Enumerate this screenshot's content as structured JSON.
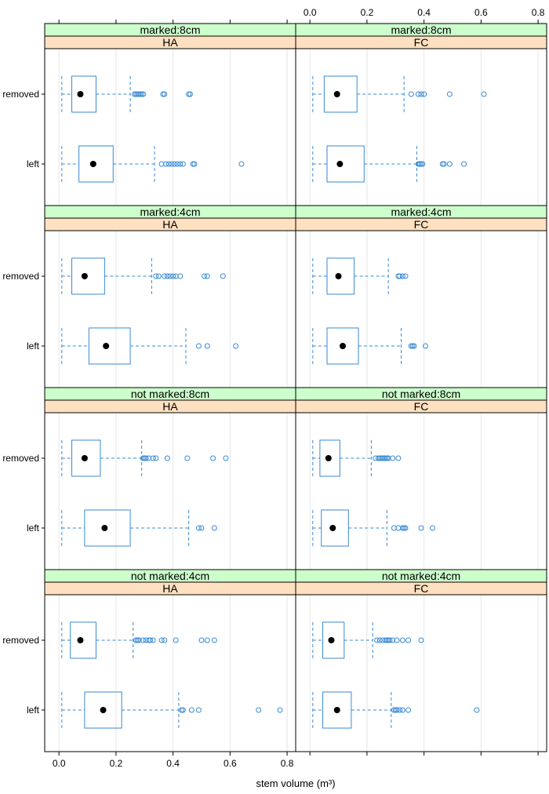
{
  "chart_data": {
    "type": "boxplot",
    "xlabel": "stem volume (m³)",
    "xlim": [
      -0.05,
      0.83
    ],
    "x_ticks": [
      0.0,
      0.2,
      0.4,
      0.6,
      0.8
    ],
    "x_tick_labels": [
      "0.0",
      "0.2",
      "0.4",
      "0.6",
      "0.8"
    ],
    "grid": "vertical",
    "colors": {
      "box": "#3a8ad4",
      "strip_top": "#ccffcc",
      "strip_bottom": "#ffe0c0",
      "grid": "#e6e6e6",
      "median_dot": "#000000"
    },
    "categories": [
      "removed",
      "left"
    ],
    "panels": [
      {
        "strip_top": "marked:8cm",
        "strip_bottom": "HA",
        "boxes": [
          {
            "category": "removed",
            "whisker_low": 0.01,
            "q1": 0.045,
            "median": 0.075,
            "q3": 0.13,
            "whisker_high": 0.25,
            "outliers": [
              0.265,
              0.27,
              0.275,
              0.28,
              0.285,
              0.29,
              0.295,
              0.365,
              0.37,
              0.455,
              0.46
            ]
          },
          {
            "category": "left",
            "whisker_low": 0.01,
            "q1": 0.07,
            "median": 0.12,
            "q3": 0.19,
            "whisker_high": 0.335,
            "outliers": [
              0.36,
              0.375,
              0.385,
              0.395,
              0.405,
              0.415,
              0.425,
              0.435,
              0.47,
              0.475,
              0.64
            ]
          }
        ]
      },
      {
        "strip_top": "marked:8cm",
        "strip_bottom": "FC",
        "boxes": [
          {
            "category": "removed",
            "whisker_low": 0.01,
            "q1": 0.05,
            "median": 0.095,
            "q3": 0.165,
            "whisker_high": 0.33,
            "outliers": [
              0.355,
              0.38,
              0.39,
              0.4,
              0.49,
              0.61
            ]
          },
          {
            "category": "left",
            "whisker_low": 0.01,
            "q1": 0.06,
            "median": 0.105,
            "q3": 0.19,
            "whisker_high": 0.375,
            "outliers": [
              0.38,
              0.385,
              0.39,
              0.395,
              0.465,
              0.47,
              0.49,
              0.54
            ]
          }
        ]
      },
      {
        "strip_top": "marked:4cm",
        "strip_bottom": "HA",
        "boxes": [
          {
            "category": "removed",
            "whisker_low": 0.01,
            "q1": 0.045,
            "median": 0.09,
            "q3": 0.16,
            "whisker_high": 0.325,
            "outliers": [
              0.34,
              0.35,
              0.37,
              0.38,
              0.39,
              0.4,
              0.41,
              0.425,
              0.51,
              0.52,
              0.575
            ]
          },
          {
            "category": "left",
            "whisker_low": 0.01,
            "q1": 0.105,
            "median": 0.165,
            "q3": 0.25,
            "whisker_high": 0.445,
            "outliers": [
              0.49,
              0.52,
              0.62
            ]
          }
        ]
      },
      {
        "strip_top": "marked:4cm",
        "strip_bottom": "FC",
        "boxes": [
          {
            "category": "removed",
            "whisker_low": 0.01,
            "q1": 0.06,
            "median": 0.1,
            "q3": 0.155,
            "whisker_high": 0.275,
            "outliers": [
              0.31,
              0.315,
              0.325,
              0.335
            ]
          },
          {
            "category": "left",
            "whisker_low": 0.01,
            "q1": 0.06,
            "median": 0.115,
            "q3": 0.17,
            "whisker_high": 0.32,
            "outliers": [
              0.355,
              0.36,
              0.365,
              0.405
            ]
          }
        ]
      },
      {
        "strip_top": "not marked:8cm",
        "strip_bottom": "HA",
        "boxes": [
          {
            "category": "removed",
            "whisker_low": 0.01,
            "q1": 0.045,
            "median": 0.09,
            "q3": 0.145,
            "whisker_high": 0.29,
            "outliers": [
              0.295,
              0.3,
              0.305,
              0.315,
              0.33,
              0.34,
              0.38,
              0.45,
              0.54,
              0.585
            ]
          },
          {
            "category": "left",
            "whisker_low": 0.01,
            "q1": 0.09,
            "median": 0.16,
            "q3": 0.25,
            "whisker_high": 0.455,
            "outliers": [
              0.49,
              0.5,
              0.545
            ]
          }
        ]
      },
      {
        "strip_top": "not marked:8cm",
        "strip_bottom": "FC",
        "boxes": [
          {
            "category": "removed",
            "whisker_low": 0.01,
            "q1": 0.035,
            "median": 0.065,
            "q3": 0.105,
            "whisker_high": 0.215,
            "outliers": [
              0.23,
              0.24,
              0.245,
              0.25,
              0.255,
              0.26,
              0.265,
              0.27,
              0.275,
              0.29,
              0.31
            ]
          },
          {
            "category": "left",
            "whisker_low": 0.01,
            "q1": 0.04,
            "median": 0.08,
            "q3": 0.135,
            "whisker_high": 0.27,
            "outliers": [
              0.295,
              0.31,
              0.325,
              0.33,
              0.335,
              0.39,
              0.43
            ]
          }
        ]
      },
      {
        "strip_top": "not marked:4cm",
        "strip_bottom": "HA",
        "boxes": [
          {
            "category": "removed",
            "whisker_low": 0.01,
            "q1": 0.04,
            "median": 0.075,
            "q3": 0.13,
            "whisker_high": 0.26,
            "outliers": [
              0.27,
              0.275,
              0.28,
              0.295,
              0.305,
              0.315,
              0.32,
              0.33,
              0.36,
              0.37,
              0.41,
              0.5,
              0.52,
              0.545
            ]
          },
          {
            "category": "left",
            "whisker_low": 0.01,
            "q1": 0.09,
            "median": 0.155,
            "q3": 0.22,
            "whisker_high": 0.42,
            "outliers": [
              0.43,
              0.435,
              0.465,
              0.49,
              0.7,
              0.775
            ]
          }
        ]
      },
      {
        "strip_top": "not marked:4cm",
        "strip_bottom": "FC",
        "boxes": [
          {
            "category": "removed",
            "whisker_low": 0.01,
            "q1": 0.045,
            "median": 0.075,
            "q3": 0.12,
            "whisker_high": 0.22,
            "outliers": [
              0.235,
              0.245,
              0.255,
              0.265,
              0.27,
              0.275,
              0.28,
              0.29,
              0.305,
              0.325,
              0.345,
              0.39
            ]
          },
          {
            "category": "left",
            "whisker_low": 0.01,
            "q1": 0.045,
            "median": 0.095,
            "q3": 0.145,
            "whisker_high": 0.285,
            "outliers": [
              0.295,
              0.3,
              0.305,
              0.315,
              0.325,
              0.345,
              0.585
            ]
          }
        ]
      }
    ]
  }
}
